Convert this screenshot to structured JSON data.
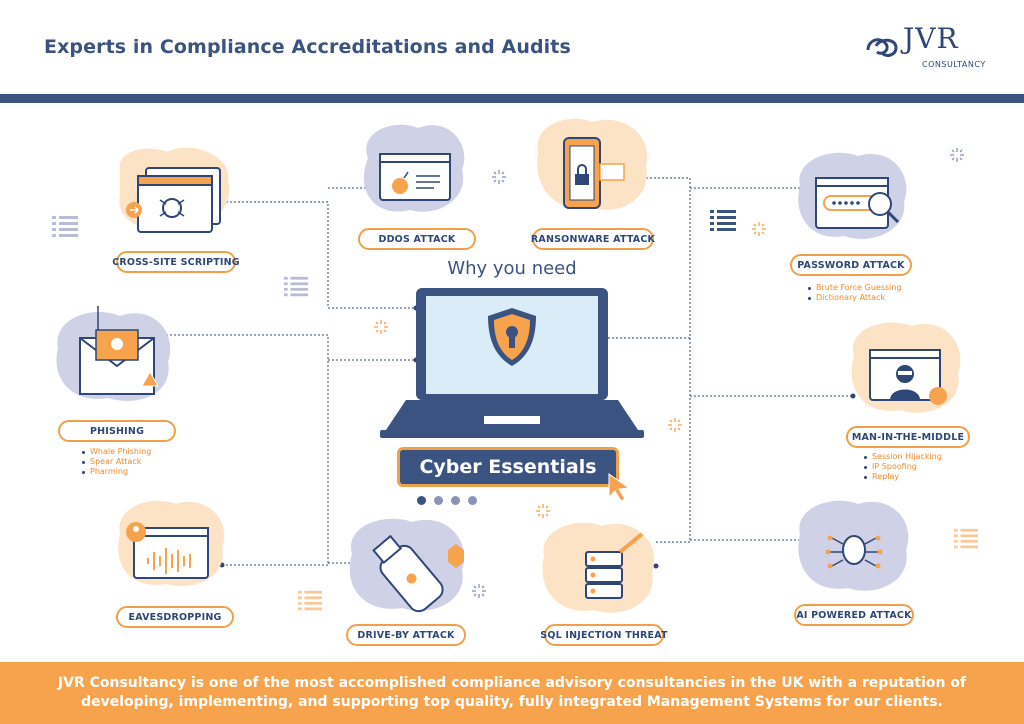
{
  "header": {
    "title": "Experts in Compliance Accreditations and Audits",
    "logo_text": "JVR",
    "logo_sub": "CONSULTANCY"
  },
  "center": {
    "heading": "Why you need",
    "button_label": "Cyber Essentials"
  },
  "attacks": {
    "xss": {
      "label": "CROSS-SITE SCRIPTING"
    },
    "ddos": {
      "label": "DDOS ATTACK"
    },
    "ransomware": {
      "label": "RANSONWARE ATTACK"
    },
    "password": {
      "label": "PASSWORD ATTACK",
      "items": [
        "Brute Force Guessing",
        "Dictionary Attack"
      ]
    },
    "phishing": {
      "label": "PHISHING",
      "items": [
        "Whale Phishing",
        "Spear Attack",
        "Pharming"
      ]
    },
    "mitm": {
      "label": "MAN-IN-THE-MIDDLE",
      "items": [
        "Session Hijacking",
        "IP Spoofing",
        "Replay"
      ]
    },
    "eavesdropping": {
      "label": "EAVESDROPPING"
    },
    "driveby": {
      "label": "DRIVE-BY ATTACK"
    },
    "sql": {
      "label": "SQL INJECTION THREAT"
    },
    "ai": {
      "label": "AI POWERED ATTACK"
    }
  },
  "footer": {
    "text": "JVR Consultancy is one of the most accomplished compliance advisory consultancies in the UK with a reputation of developing, implementing, and supporting top quality, fully integrated Management Systems for our clients."
  },
  "colors": {
    "navy": "#3b5380",
    "orange": "#f0a04b",
    "lavender": "#cfd1e6",
    "peach": "#fde3c5"
  }
}
